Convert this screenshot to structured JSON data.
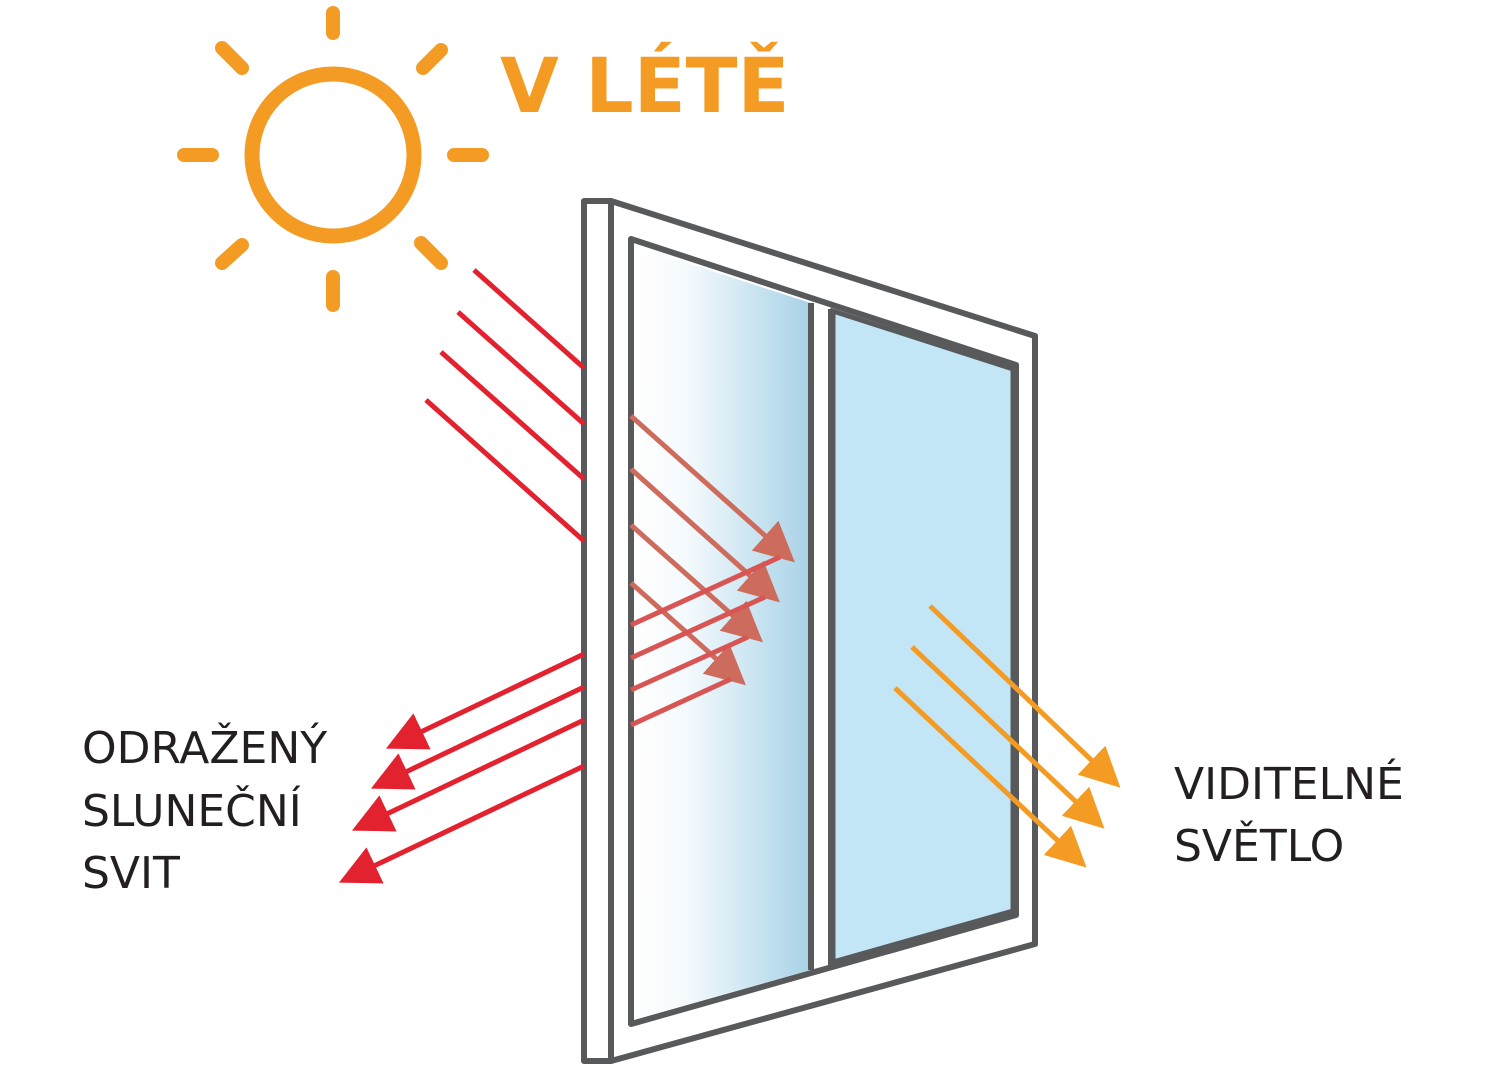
{
  "title": "V LÉTĚ",
  "labels": {
    "reflected": [
      "ODRAŽENÝ",
      "SLUNEČNÍ",
      "SVIT"
    ],
    "visible": [
      "VIDITELNÉ",
      "SVĚTLO"
    ]
  },
  "icons": {
    "sun": "sun-icon",
    "window": "window-icon"
  },
  "colors": {
    "sun": "#f49b24",
    "title": "#f49b24",
    "incoming_ray": "#e3222f",
    "transmitted_ray": "#cd6b5c",
    "visible_light": "#f49b24",
    "frame": "#58595b",
    "glass": "#c3e6f7",
    "label": "#231f20"
  }
}
